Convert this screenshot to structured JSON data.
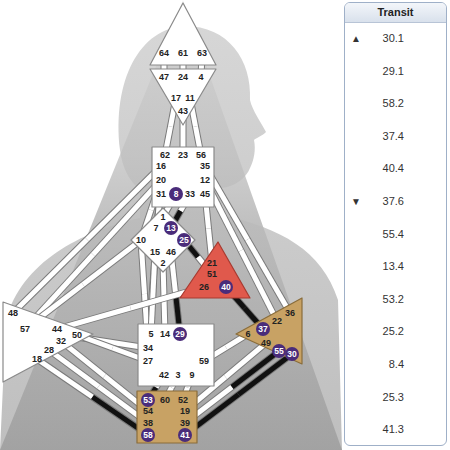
{
  "diagram": {
    "nodes": [
      {
        "text": [
          "64",
          "61",
          "63"
        ]
      },
      {
        "text": [
          "47",
          "24",
          "4",
          "17",
          "11",
          "43"
        ]
      },
      {
        "text": [
          "62",
          "23",
          "56",
          "16",
          "35",
          "20",
          "12",
          "31",
          "8",
          "33",
          "45"
        ]
      },
      {
        "text": [
          "1",
          "7",
          "13",
          "10",
          "25",
          "15",
          "46",
          "2"
        ]
      },
      {
        "text": [
          "21",
          "51",
          "26",
          "40"
        ]
      },
      {
        "text": [
          "48",
          "57",
          "44",
          "50",
          "32",
          "28",
          "18"
        ]
      },
      {
        "text": [
          "36",
          "22",
          "37",
          "6",
          "49",
          "55",
          "30"
        ]
      },
      {
        "text": [
          "5",
          "14",
          "29",
          "34",
          "27",
          "59",
          "42",
          "3",
          "9"
        ]
      },
      {
        "text": [
          "53",
          "60",
          "52",
          "54",
          "19",
          "38",
          "39",
          "58",
          "41"
        ]
      },
      {
        "text": [
          "Transit"
        ]
      }
    ],
    "edges": [
      {
        "from": 0,
        "to": 1,
        "arrow": "none"
      },
      {
        "from": 0,
        "to": 1,
        "arrow": "none"
      },
      {
        "from": 0,
        "to": 1,
        "arrow": "none"
      },
      {
        "from": 1,
        "to": 2,
        "arrow": "none"
      },
      {
        "from": 1,
        "to": 2,
        "arrow": "none"
      },
      {
        "from": 1,
        "to": 2,
        "arrow": "none"
      },
      {
        "from": 2,
        "to": 3,
        "arrow": "none"
      },
      {
        "from": 2,
        "to": 3,
        "arrow": "none"
      },
      {
        "from": 2,
        "to": 3,
        "arrow": "none"
      },
      {
        "from": 2,
        "to": 3,
        "arrow": "none"
      },
      {
        "from": 2,
        "to": 5,
        "arrow": "none"
      },
      {
        "from": 2,
        "to": 5,
        "arrow": "none"
      },
      {
        "from": 2,
        "to": 7,
        "arrow": "none"
      },
      {
        "from": 2,
        "to": 4,
        "arrow": "none"
      },
      {
        "from": 2,
        "to": 6,
        "arrow": "none"
      },
      {
        "from": 2,
        "to": 6,
        "arrow": "none"
      },
      {
        "from": 3,
        "to": 5,
        "arrow": "none"
      },
      {
        "from": 3,
        "to": 7,
        "arrow": "none"
      },
      {
        "from": 3,
        "to": 4,
        "arrow": "none"
      },
      {
        "from": 3,
        "to": 7,
        "arrow": "none"
      },
      {
        "from": 3,
        "to": 7,
        "arrow": "none"
      },
      {
        "from": 3,
        "to": 7,
        "arrow": "none"
      },
      {
        "from": 4,
        "to": 5,
        "arrow": "none"
      },
      {
        "from": 4,
        "to": 6,
        "arrow": "none"
      },
      {
        "from": 5,
        "to": 7,
        "arrow": "none"
      },
      {
        "from": 5,
        "to": 7,
        "arrow": "none"
      },
      {
        "from": 5,
        "to": 8,
        "arrow": "none"
      },
      {
        "from": 5,
        "to": 8,
        "arrow": "none"
      },
      {
        "from": 5,
        "to": 8,
        "arrow": "none"
      },
      {
        "from": 7,
        "to": 6,
        "arrow": "none"
      },
      {
        "from": 7,
        "to": 8,
        "arrow": "none"
      },
      {
        "from": 7,
        "to": 8,
        "arrow": "none"
      },
      {
        "from": 7,
        "to": 8,
        "arrow": "none"
      },
      {
        "from": 8,
        "to": 6,
        "arrow": "none"
      },
      {
        "from": 8,
        "to": 6,
        "arrow": "none"
      },
      {
        "from": 8,
        "to": 6,
        "arrow": "none"
      }
    ],
    "labels": [
      "▲",
      "30.1",
      "29.1",
      "58.2",
      "37.4",
      "40.4",
      "▼",
      "37.6",
      "55.4",
      "13.4",
      "53.2",
      "25.2",
      "8.4",
      "25.3",
      "41.3"
    ]
  }
}
